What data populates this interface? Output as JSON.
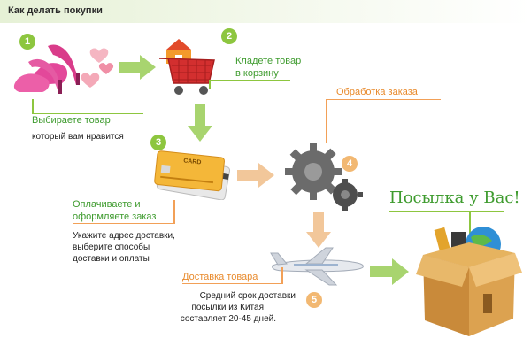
{
  "header": {
    "title": "Как делать покупки"
  },
  "steps": [
    {
      "number": "1",
      "title": "Выбираете товар",
      "description": [
        "который вам нравится"
      ],
      "icon": "shoes-icon"
    },
    {
      "number": "2",
      "title_lines": [
        "Кладете товар",
        "в корзину"
      ],
      "icon": "shopping-cart-icon"
    },
    {
      "number": "3",
      "title_lines": [
        "Оплачиваете и",
        "оформляете заказ"
      ],
      "description": [
        "Укажите адрес доставки,",
        "выберите способы",
        "доставки и оплаты"
      ],
      "icon": "credit-card-icon"
    },
    {
      "number": "4",
      "title": "Обработка заказа",
      "icon": "gears-icon"
    },
    {
      "number": "5",
      "title": "Доставка товара",
      "description": [
        "Средний срок доставки",
        "посылки из Китая",
        "составляет 20-45 дней."
      ],
      "icon": "airplane-icon"
    }
  ],
  "result": {
    "title": "Посылка у Вас!",
    "icon": "package-box-icon"
  },
  "card_text": "CARD",
  "colors": {
    "green": "#8dc63f",
    "orange_arrow": "#f2c79a",
    "green_arrow": "#a8d46f",
    "label_green": "#3e9b2e",
    "label_orange": "#e88a2c"
  }
}
